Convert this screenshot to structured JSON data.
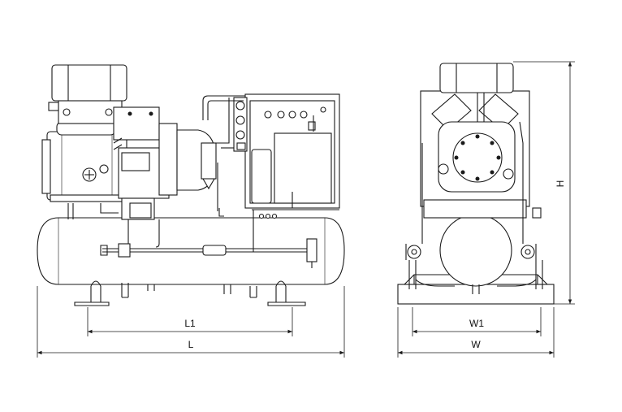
{
  "drawing": {
    "title": "",
    "front_view": {
      "dimensions": {
        "l1": "L1",
        "l": "L"
      }
    },
    "side_view": {
      "dimensions": {
        "w1": "W1",
        "w": "W",
        "h": "H"
      }
    }
  },
  "colors": {
    "line": "#1a1a1a",
    "background": "#ffffff",
    "fill_light": "#f2f2f2"
  }
}
